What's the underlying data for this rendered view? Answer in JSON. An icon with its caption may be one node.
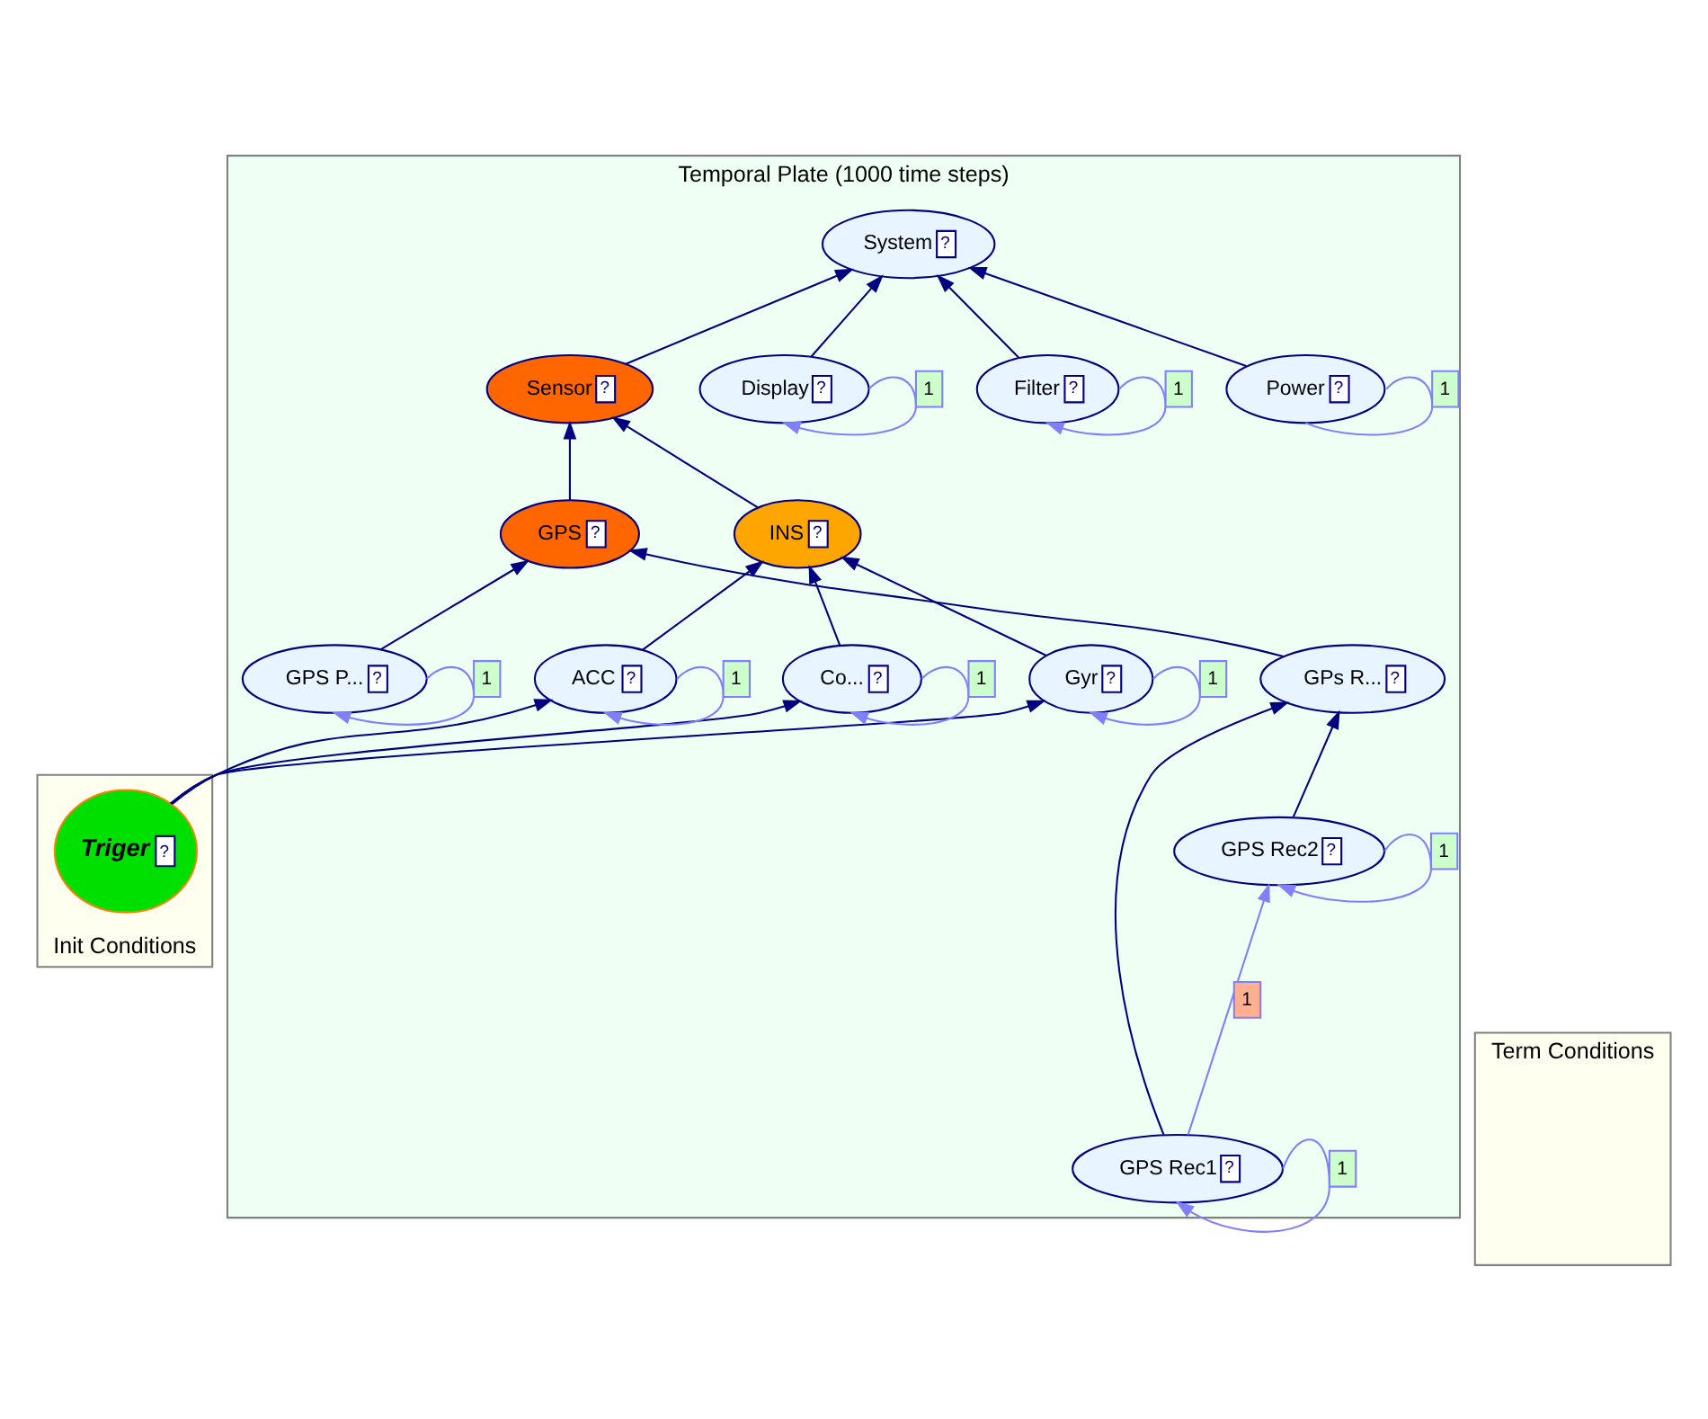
{
  "diagram": {
    "nodes": [
      {
        "text": [
          "Init Conditions"
        ]
      },
      {
        "text": [
          "Temporal Plate (1000 time steps)"
        ]
      },
      {
        "text": [
          "Term Conditions"
        ]
      },
      {
        "text": [
          "Triger",
          "?"
        ],
        "in": 0
      },
      {
        "text": [
          "System",
          "?"
        ],
        "in": 1
      },
      {
        "text": [
          "Power",
          "?"
        ],
        "in": 1
      },
      {
        "text": [
          "Sensor",
          "?"
        ],
        "in": 1
      },
      {
        "text": [
          "Filter",
          "?"
        ],
        "in": 1
      },
      {
        "text": [
          "Display",
          "?"
        ],
        "in": 1
      },
      {
        "text": [
          "INS",
          "?"
        ],
        "in": 1
      },
      {
        "text": [
          "GPS",
          "?"
        ],
        "in": 1
      },
      {
        "text": [
          "GPs R...",
          "?"
        ],
        "in": 1
      },
      {
        "text": [
          "Gyr",
          "?"
        ],
        "in": 1
      },
      {
        "text": [
          "ACC",
          "?"
        ],
        "in": 1
      },
      {
        "text": [
          "Co...",
          "?"
        ],
        "in": 1
      },
      {
        "text": [
          "GPS Rec1",
          "?"
        ],
        "in": 1
      },
      {
        "text": [
          "GPS Rec2",
          "?"
        ],
        "in": 1
      },
      {
        "text": [
          "GPS P...",
          "?"
        ],
        "in": 1
      }
    ],
    "edges": [
      {
        "from": 5,
        "to": 4,
        "arrow": "to"
      },
      {
        "from": 6,
        "to": 4,
        "arrow": "to"
      },
      {
        "from": 7,
        "to": 4,
        "arrow": "to"
      },
      {
        "from": 8,
        "to": 4,
        "arrow": "to"
      },
      {
        "from": 9,
        "to": 6,
        "arrow": "to"
      },
      {
        "from": 10,
        "to": 6,
        "arrow": "to"
      },
      {
        "from": 12,
        "to": 9,
        "arrow": "to"
      },
      {
        "from": 13,
        "to": 9,
        "arrow": "to"
      },
      {
        "from": 14,
        "to": 9,
        "arrow": "to"
      },
      {
        "from": 11,
        "to": 10,
        "arrow": "to"
      },
      {
        "from": 17,
        "to": 10,
        "arrow": "to"
      },
      {
        "from": 15,
        "to": 11,
        "arrow": "to"
      },
      {
        "from": 16,
        "to": 11,
        "arrow": "to"
      },
      {
        "from": 3,
        "to": 12,
        "arrow": "to"
      },
      {
        "from": 3,
        "to": 13,
        "arrow": "to"
      },
      {
        "from": 3,
        "to": 14,
        "arrow": "to"
      },
      {
        "from": 5,
        "to": 5,
        "arrow": "none",
        "label": "1",
        "color": "#8080ff"
      },
      {
        "from": 7,
        "to": 7,
        "arrow": "to",
        "label": "1",
        "color": "#8080ff"
      },
      {
        "from": 8,
        "to": 8,
        "arrow": "to",
        "label": "1",
        "color": "#8080ff"
      },
      {
        "from": 12,
        "to": 12,
        "arrow": "to",
        "label": "1",
        "color": "#8080ff"
      },
      {
        "from": 13,
        "to": 13,
        "arrow": "to",
        "label": "1",
        "color": "#8080ff"
      },
      {
        "from": 14,
        "to": 14,
        "arrow": "to",
        "label": "1",
        "color": "#8080ff"
      },
      {
        "from": 15,
        "to": 15,
        "arrow": "to",
        "label": "1",
        "color": "#8080ff"
      },
      {
        "from": 16,
        "to": 16,
        "arrow": "to",
        "label": "1",
        "color": "#8080ff"
      },
      {
        "from": 17,
        "to": 17,
        "arrow": "to",
        "label": "1",
        "color": "#8080ff"
      },
      {
        "from": 15,
        "to": 16,
        "arrow": "to",
        "label": "1",
        "color": "#8080ff"
      }
    ]
  }
}
